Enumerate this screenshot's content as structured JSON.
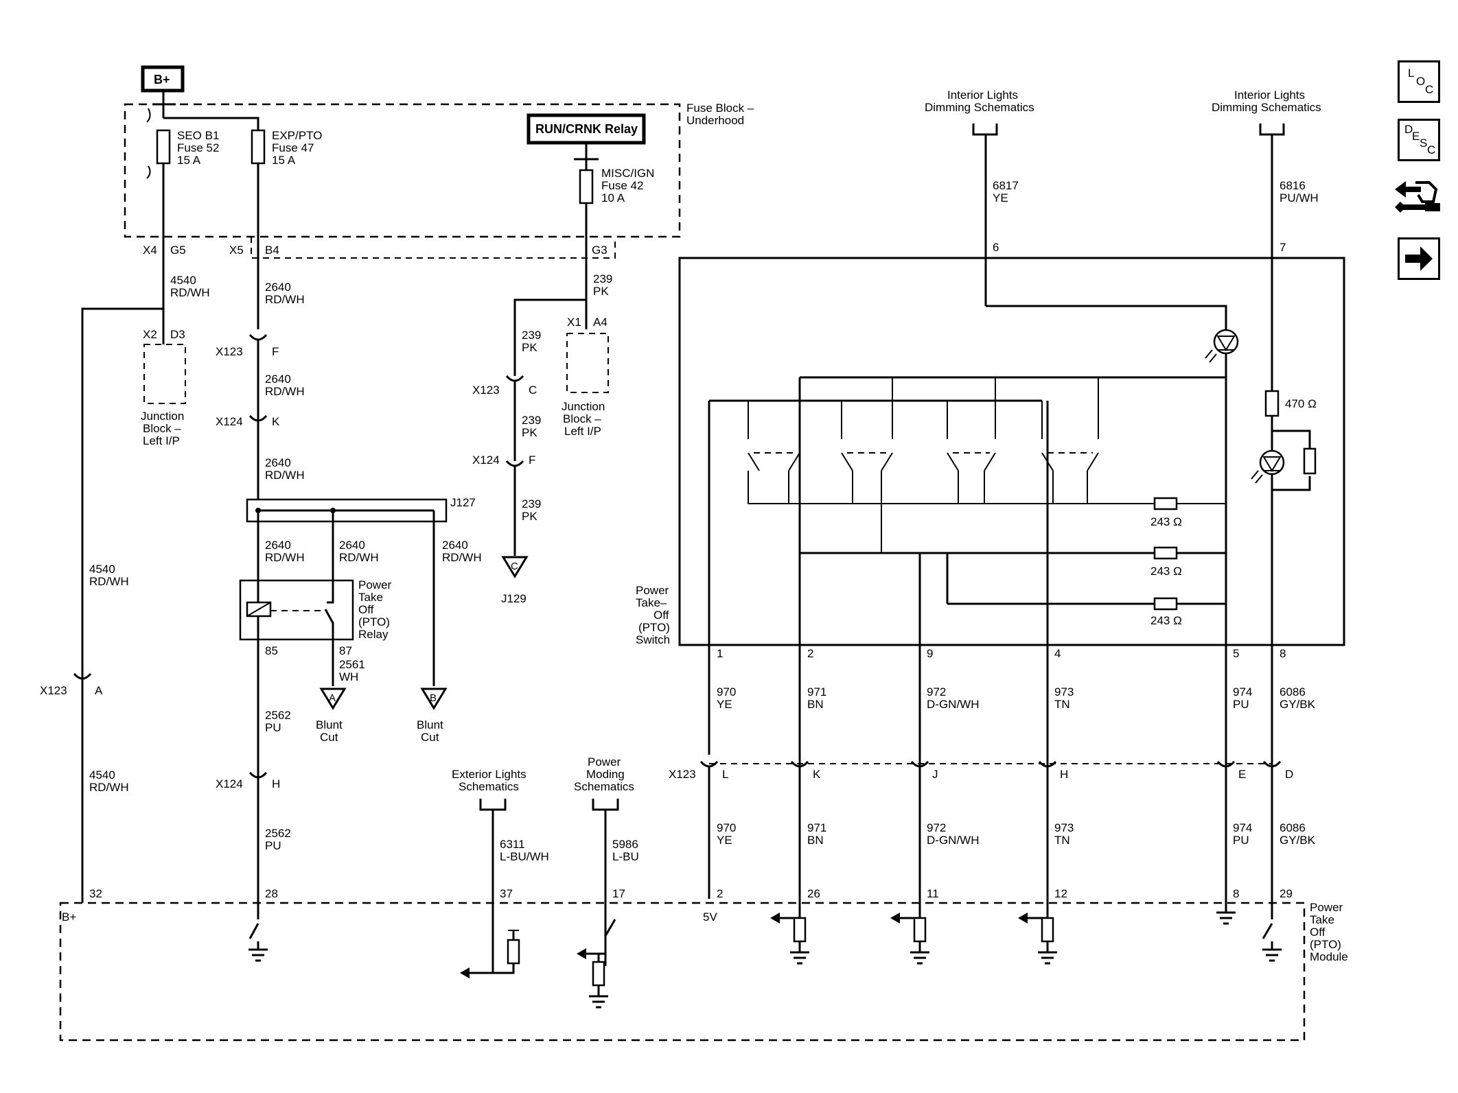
{
  "nav": {
    "loc": [
      "L",
      "O",
      "C"
    ],
    "desc": [
      "D",
      "E",
      "S",
      "C"
    ]
  },
  "power": {
    "bplus": "B+"
  },
  "fuse_block": {
    "title": [
      "Fuse Block –",
      "Underhood"
    ],
    "fuse52": [
      "SEO B1",
      "Fuse 52",
      "15 A"
    ],
    "fuse47": [
      "EXP/PTO",
      "Fuse 47",
      "15 A"
    ],
    "relay_box": "RUN/CRNK Relay",
    "fuse42": [
      "MISC/IGN",
      "Fuse 42",
      "10 A"
    ]
  },
  "connectors": {
    "x4": "X4",
    "g5": "G5",
    "x5": "X5",
    "b4": "B4",
    "g3": "G3",
    "x2": "X2",
    "d3": "D3",
    "x1": "X1",
    "a4": "A4",
    "x123": "X123",
    "x124": "X124",
    "j127": "J127",
    "j129": "J129",
    "f": "F",
    "k": "K",
    "c": "C",
    "h": "H",
    "a": "A"
  },
  "wires": {
    "w4540": [
      "4540",
      "RD/WH"
    ],
    "w2640": [
      "2640",
      "RD/WH"
    ],
    "w239": [
      "239",
      "PK"
    ],
    "w2561": [
      "2561",
      "WH"
    ],
    "w2562": [
      "2562",
      "PU"
    ],
    "w6311": [
      "6311",
      "L-BU/WH"
    ],
    "w5986": [
      "5986",
      "L-BU"
    ],
    "w6817": [
      "6817",
      "YE"
    ],
    "w6816": [
      "6816",
      "PU/WH"
    ],
    "w970": [
      "970",
      "YE"
    ],
    "w971": [
      "971",
      "BN"
    ],
    "w972": [
      "972",
      "D-GN/WH"
    ],
    "w973": [
      "973",
      "TN"
    ],
    "w974": [
      "974",
      "PU"
    ],
    "w6086": [
      "6086",
      "GY/BK"
    ]
  },
  "junction_block": [
    "Junction",
    "Block –",
    "Left I/P"
  ],
  "pto_relay": {
    "label": [
      "Power",
      "Take",
      "Off",
      "(PTO)",
      "Relay"
    ],
    "pin85": "85",
    "pin87": "87"
  },
  "blunt_cut": [
    "Blunt",
    "Cut"
  ],
  "refs": {
    "interior": [
      "Interior Lights",
      "Dimming Schematics"
    ],
    "exterior": [
      "Exterior Lights",
      "Schematics"
    ],
    "moding": [
      "Power",
      "Moding",
      "Schematics"
    ]
  },
  "pto_switch": {
    "label": [
      "Power",
      "Take–",
      "Off",
      "(PTO)",
      "Switch"
    ],
    "resistor": "243 Ω",
    "lamp_resistor": "470 Ω",
    "top_pins": [
      "6",
      "7"
    ],
    "bottom_pins": [
      "1",
      "2",
      "9",
      "4",
      "5",
      "8"
    ]
  },
  "x123_pins": [
    "L",
    "K",
    "J",
    "H",
    "E",
    "D"
  ],
  "module": {
    "label": [
      "Power",
      "Take",
      "Off",
      "(PTO)",
      "Module"
    ],
    "bplus": "B+",
    "v5": "5V",
    "pins": {
      "p32": "32",
      "p28": "28",
      "p37": "37",
      "p17": "17",
      "p2": "2",
      "p26": "26",
      "p11": "11",
      "p12": "12",
      "p8": "8",
      "p29": "29"
    }
  }
}
